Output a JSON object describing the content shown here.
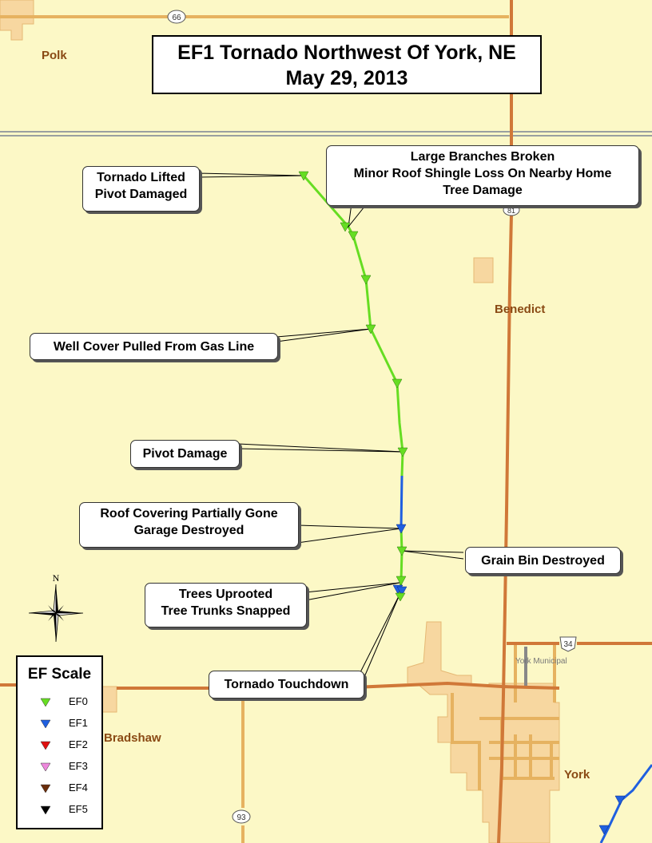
{
  "title": {
    "line1": "EF1 Tornado Northwest Of York, NE",
    "line2": "May 29, 2013"
  },
  "places": {
    "polk": "Polk",
    "benedict": "Benedict",
    "bradshaw": "Bradshaw",
    "york": "York",
    "york_municipal": "York Municipal"
  },
  "road_shields": {
    "hwy66": "66",
    "hwy81": "81",
    "hwy34": "34",
    "hwy93": "93"
  },
  "callouts": {
    "tornado_lifted": [
      "Tornado Lifted",
      "Pivot Damaged"
    ],
    "large_branches": [
      "Large Branches Broken",
      "Minor Roof Shingle Loss On Nearby Home",
      "Tree Damage"
    ],
    "well_cover": [
      "Well Cover Pulled From Gas Line"
    ],
    "pivot_damage": [
      "Pivot Damage"
    ],
    "roof_covering": [
      "Roof Covering Partially Gone",
      "Garage Destroyed"
    ],
    "grain_bin": [
      "Grain Bin Destroyed"
    ],
    "trees_uprooted": [
      "Trees Uprooted",
      "Tree Trunks Snapped"
    ],
    "touchdown": [
      "Tornado Touchdown"
    ]
  },
  "compass": {
    "north": "N"
  },
  "legend": {
    "title": "EF Scale",
    "items": [
      {
        "label": "EF0",
        "color": "#66dd22"
      },
      {
        "label": "EF1",
        "color": "#1f5fe0"
      },
      {
        "label": "EF2",
        "color": "#e01010"
      },
      {
        "label": "EF3",
        "color": "#ee88dd"
      },
      {
        "label": "EF4",
        "color": "#6b2d0a"
      },
      {
        "label": "EF5",
        "color": "#000000"
      }
    ]
  },
  "colors": {
    "background": "#fcf8c6",
    "county_line": "#9aa0a0",
    "highway": "#d07838",
    "road": "#e6b260",
    "town": "#f7d7a0",
    "ef0_track": "#66dd22",
    "ef1_track": "#1f5fe0"
  }
}
